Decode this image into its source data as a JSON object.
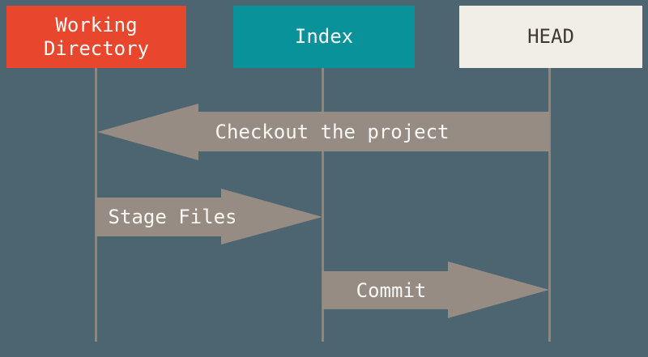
{
  "columns": [
    {
      "id": "working-directory",
      "label": "Working\nDirectory"
    },
    {
      "id": "index",
      "label": "Index"
    },
    {
      "id": "head",
      "label": "HEAD"
    }
  ],
  "arrows": [
    {
      "id": "checkout",
      "label": "Checkout the project",
      "direction": "left",
      "from": "head",
      "to": "working-directory"
    },
    {
      "id": "stage",
      "label": "Stage Files",
      "direction": "right",
      "from": "working-directory",
      "to": "index"
    },
    {
      "id": "commit",
      "label": "Commit",
      "direction": "right",
      "from": "index",
      "to": "head"
    }
  ],
  "colors": {
    "background": "#4C6570",
    "working_directory_box": "#E8472D",
    "index_box": "#0A929A",
    "head_box": "#F0EEE6",
    "box_label_light": "#FDFCFA",
    "head_label_dark": "#3E3933",
    "arrow_fill": "#968C83",
    "arrow_label": "#F8F7F4",
    "lifeline": "#91857C"
  }
}
